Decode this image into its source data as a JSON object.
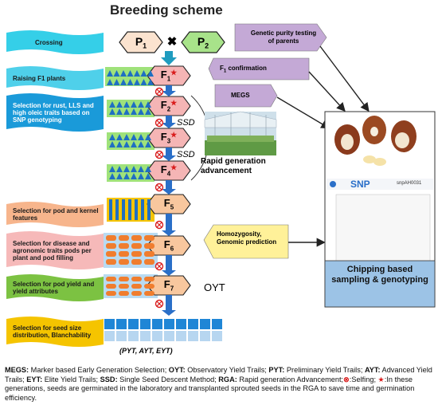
{
  "title": "Breeding scheme",
  "parents": {
    "p1": "P",
    "p1_sub": "1",
    "cross": "✖",
    "p2": "P",
    "p2_sub": "2"
  },
  "generations": [
    {
      "label": "F",
      "sub": "1",
      "star": true
    },
    {
      "label": "F",
      "sub": "2",
      "star": true
    },
    {
      "label": "F",
      "sub": "3",
      "star": true
    },
    {
      "label": "F",
      "sub": "4",
      "star": true
    },
    {
      "label": "F",
      "sub": "5",
      "star": false
    },
    {
      "label": "F",
      "sub": "6",
      "star": false
    },
    {
      "label": "F",
      "sub": "7",
      "star": false
    }
  ],
  "steps": [
    {
      "text": "Crossing",
      "color": "#35cfe8"
    },
    {
      "text": "Raising F1 plants",
      "color": "#4fd0ea"
    },
    {
      "text": "Selection for rust, LLS and high oleic traits based on SNP genotyping",
      "color": "#1a9ad9"
    },
    {
      "text": "Selection for pod and kernel features",
      "color": "#f7b58c"
    },
    {
      "text": "Selection for disease and agronomic traits pods per plant and pod filling",
      "color": "#f6b9b9"
    },
    {
      "text": "Selection for pod yield and yield attributes",
      "color": "#7cc242"
    },
    {
      "text": "Selection for seed size distribution, Blanchability",
      "color": "#f5c400"
    }
  ],
  "side_labels": {
    "genetic_purity": "Genetic purity testing of parents",
    "f1_confirmation": "F",
    "f1_confirmation_sub": "1",
    "f1_confirmation_rest": " confirmation",
    "megs": "MEGS",
    "homozygosity": "Homozygosity, Genomic prediction",
    "ssd1": "SSD",
    "ssd2": "SSD",
    "rga": "Rapid generation advancement",
    "oyt": "OYT",
    "trials": "(PYT, AYT, EYT)",
    "chipping": "Chipping based sampling & genotyping",
    "snp_logo": "SNP",
    "snp_side": "snpAH0031"
  },
  "footer": {
    "megs_k": "MEGS:",
    "megs_v": " Marker based Early Generation Selection; ",
    "oyt_k": "OYT:",
    "oyt_v": " Observatory Yield Trails; ",
    "pyt_k": "PYT:",
    "pyt_v": " Preliminary Yield Trails; ",
    "ayt_k": "AYT:",
    "ayt_v": " Advanced Yield Trails; ",
    "eyt_k": "EYT:",
    "eyt_v": " Elite Yield Trails; ",
    "ssd_k": "SSD:",
    "ssd_v": " Single Seed Descent Method; ",
    "rga_k": "RGA:",
    "rga_v": " Rapid generation Advancement;",
    "selfing": ":Selfing; ",
    "star_note": ":In these generations, seeds are germinated in the laboratory and transplanted sprouted seeds in the RGA to save time and germination efficiency."
  }
}
